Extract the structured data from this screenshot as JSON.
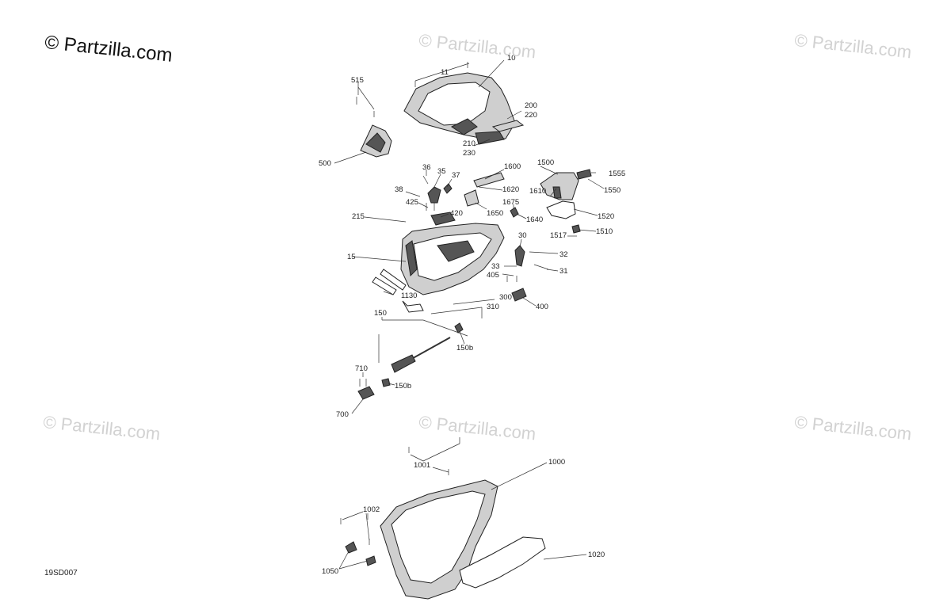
{
  "watermarks": {
    "main": "© Partzilla.com",
    "faint": "© Partzilla.com"
  },
  "diagram_code": "19SD007",
  "callouts": [
    {
      "id": "10",
      "text": "10"
    },
    {
      "id": "11",
      "text": "11"
    },
    {
      "id": "515",
      "text": "515"
    },
    {
      "id": "200",
      "text": "200"
    },
    {
      "id": "220",
      "text": "220"
    },
    {
      "id": "210",
      "text": "210"
    },
    {
      "id": "230",
      "text": "230"
    },
    {
      "id": "500",
      "text": "500"
    },
    {
      "id": "36",
      "text": "36"
    },
    {
      "id": "35",
      "text": "35"
    },
    {
      "id": "37",
      "text": "37"
    },
    {
      "id": "38",
      "text": "38"
    },
    {
      "id": "425",
      "text": "425"
    },
    {
      "id": "420",
      "text": "420"
    },
    {
      "id": "215",
      "text": "215"
    },
    {
      "id": "1600",
      "text": "1600"
    },
    {
      "id": "1620",
      "text": "1620"
    },
    {
      "id": "1650",
      "text": "1650"
    },
    {
      "id": "1675",
      "text": "1675"
    },
    {
      "id": "1640",
      "text": "1640"
    },
    {
      "id": "1500",
      "text": "1500"
    },
    {
      "id": "1555",
      "text": "1555"
    },
    {
      "id": "1550",
      "text": "1550"
    },
    {
      "id": "1610",
      "text": "1610"
    },
    {
      "id": "1520",
      "text": "1520"
    },
    {
      "id": "1517",
      "text": "1517"
    },
    {
      "id": "1510",
      "text": "1510"
    },
    {
      "id": "15",
      "text": "15"
    },
    {
      "id": "30",
      "text": "30"
    },
    {
      "id": "32",
      "text": "32"
    },
    {
      "id": "33",
      "text": "33"
    },
    {
      "id": "405",
      "text": "405"
    },
    {
      "id": "31",
      "text": "31"
    },
    {
      "id": "1130",
      "text": "1130"
    },
    {
      "id": "300",
      "text": "300"
    },
    {
      "id": "310",
      "text": "310"
    },
    {
      "id": "400",
      "text": "400"
    },
    {
      "id": "150",
      "text": "150"
    },
    {
      "id": "150b_top",
      "text": "150b"
    },
    {
      "id": "710",
      "text": "710"
    },
    {
      "id": "150b_bot",
      "text": "150b"
    },
    {
      "id": "700",
      "text": "700"
    },
    {
      "id": "1001",
      "text": "1001"
    },
    {
      "id": "1000",
      "text": "1000"
    },
    {
      "id": "1002",
      "text": "1002"
    },
    {
      "id": "1050",
      "text": "1050"
    },
    {
      "id": "1020",
      "text": "1020"
    }
  ]
}
